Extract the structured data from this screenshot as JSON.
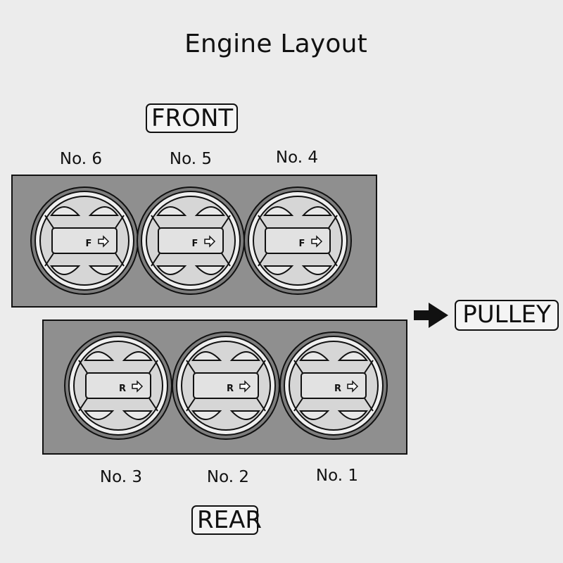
{
  "title": "Engine Layout",
  "labels": {
    "front": "FRONT",
    "rear": "REAR",
    "pulley": "PULLEY"
  },
  "front_bank": [
    {
      "number": "No. 6",
      "mark": "F"
    },
    {
      "number": "No. 5",
      "mark": "F"
    },
    {
      "number": "No. 4",
      "mark": "F"
    }
  ],
  "rear_bank": [
    {
      "number": "No. 3",
      "mark": "R"
    },
    {
      "number": "No. 2",
      "mark": "R"
    },
    {
      "number": "No. 1",
      "mark": "R"
    }
  ],
  "colors": {
    "block": "#8f8f8f",
    "piston": "#d6d6d6",
    "outline": "#111111"
  },
  "icons": {
    "pulley_direction": "right-arrow-icon",
    "piston_direction": "hollow-right-arrow-icon"
  }
}
